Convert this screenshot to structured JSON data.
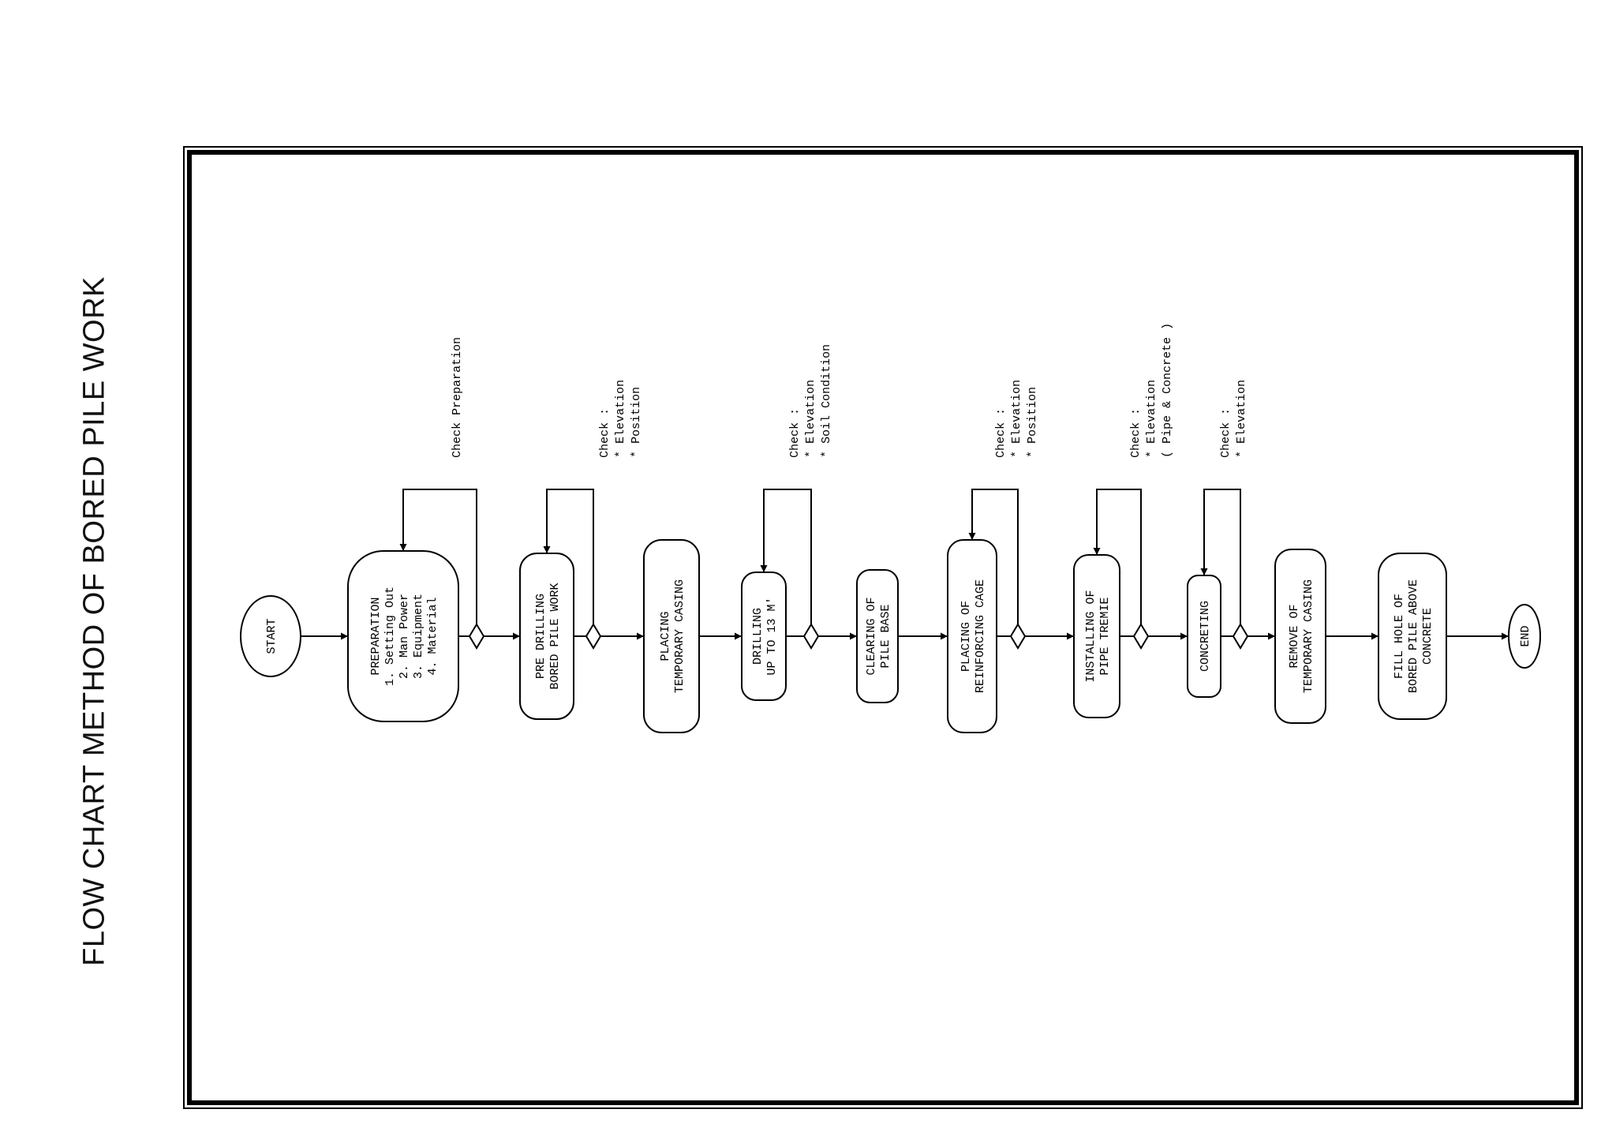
{
  "title": "FLOW CHART METHOD OF BORED PILE WORK",
  "colors": {
    "stroke": "#000000",
    "background": "#ffffff",
    "text": "#111111"
  },
  "nodes": [
    {
      "id": "start",
      "shape": "ellipse",
      "lines": [
        "START"
      ]
    },
    {
      "id": "preparation",
      "shape": "rounded",
      "lines": [
        "PREPARATION",
        "1. Setting Out",
        "2. Man Power",
        "3. Equipment",
        "4. Material"
      ]
    },
    {
      "id": "pre-drilling",
      "shape": "rounded",
      "lines": [
        "PRE DRILLING",
        "BORED PILE WORK"
      ]
    },
    {
      "id": "placing-casing",
      "shape": "rounded",
      "lines": [
        "PLACING",
        "TEMPORARY CASING"
      ]
    },
    {
      "id": "drilling",
      "shape": "rounded",
      "lines": [
        "DRILLING",
        "UP TO 13 M'"
      ]
    },
    {
      "id": "clearing",
      "shape": "rounded",
      "lines": [
        "CLEARING OF",
        "PILE BASE"
      ]
    },
    {
      "id": "placing-cage",
      "shape": "rounded",
      "lines": [
        "PLACING OF",
        "REINFORCING CAGE"
      ]
    },
    {
      "id": "installing-tremie",
      "shape": "rounded",
      "lines": [
        "INSTALLING OF",
        "PIPE TREMIE"
      ]
    },
    {
      "id": "concreting",
      "shape": "rounded",
      "lines": [
        "CONCRETING"
      ]
    },
    {
      "id": "remove-casing",
      "shape": "rounded",
      "lines": [
        "REMOVE OF",
        "TEMPORARY CASING"
      ]
    },
    {
      "id": "fill-hole",
      "shape": "rounded",
      "lines": [
        "FILL HOLE OF",
        "BORED PILE ABOVE",
        "CONCRETE"
      ]
    },
    {
      "id": "end",
      "shape": "ellipse",
      "lines": [
        "END"
      ]
    }
  ],
  "checks": [
    {
      "id": "check-preparation",
      "lines": [
        "Check Preparation"
      ]
    },
    {
      "id": "check-pre-drilling",
      "lines": [
        "Check :",
        "* Elevation",
        "* Position"
      ]
    },
    {
      "id": "check-drilling",
      "lines": [
        "Check :",
        "* Elevation",
        "* Soil Condition"
      ]
    },
    {
      "id": "check-cage",
      "lines": [
        "Check :",
        "* Elevation",
        "* Position"
      ]
    },
    {
      "id": "check-tremie",
      "lines": [
        "Check :",
        "* Elevation",
        "( Pipe & Concrete )"
      ]
    },
    {
      "id": "check-concreting",
      "lines": [
        "Check :",
        "* Elevation"
      ]
    }
  ]
}
